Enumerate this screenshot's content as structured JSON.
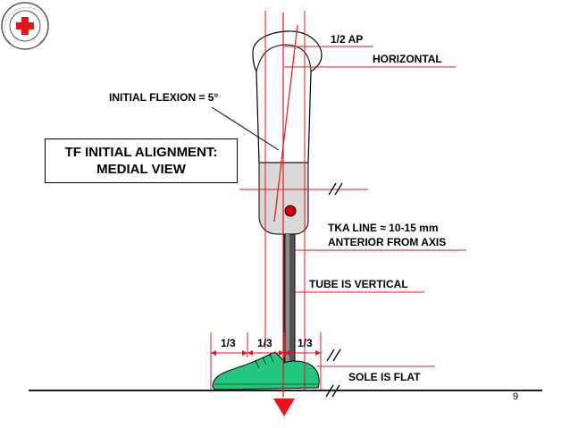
{
  "title": {
    "line1": "TF INITIAL ALIGNMENT:",
    "line2": "MEDIAL VIEW"
  },
  "labels": {
    "half_ap": "1/2 AP",
    "horizontal": "HORIZONTAL",
    "initial_flexion": "INITIAL FLEXION = 5°",
    "tka_line_1": "TKA LINE ≈ 10-15 mm",
    "tka_line_2": "ANTERIOR FROM AXIS",
    "tube_vertical": "TUBE IS VERTICAL",
    "sole_flat": "SOLE IS FLAT",
    "third_1": "1/3",
    "third_2": "1/3",
    "third_3": "1/3"
  },
  "logo": {
    "text": "COMITE INTERNATIONAL GENEVE"
  },
  "page_number": "9",
  "colors": {
    "guide_line": "#e8141c",
    "knee_dot": "#dd0000",
    "shoe": "#22c77e",
    "pylon": "#555555",
    "logo_cross": "#e8141c"
  }
}
